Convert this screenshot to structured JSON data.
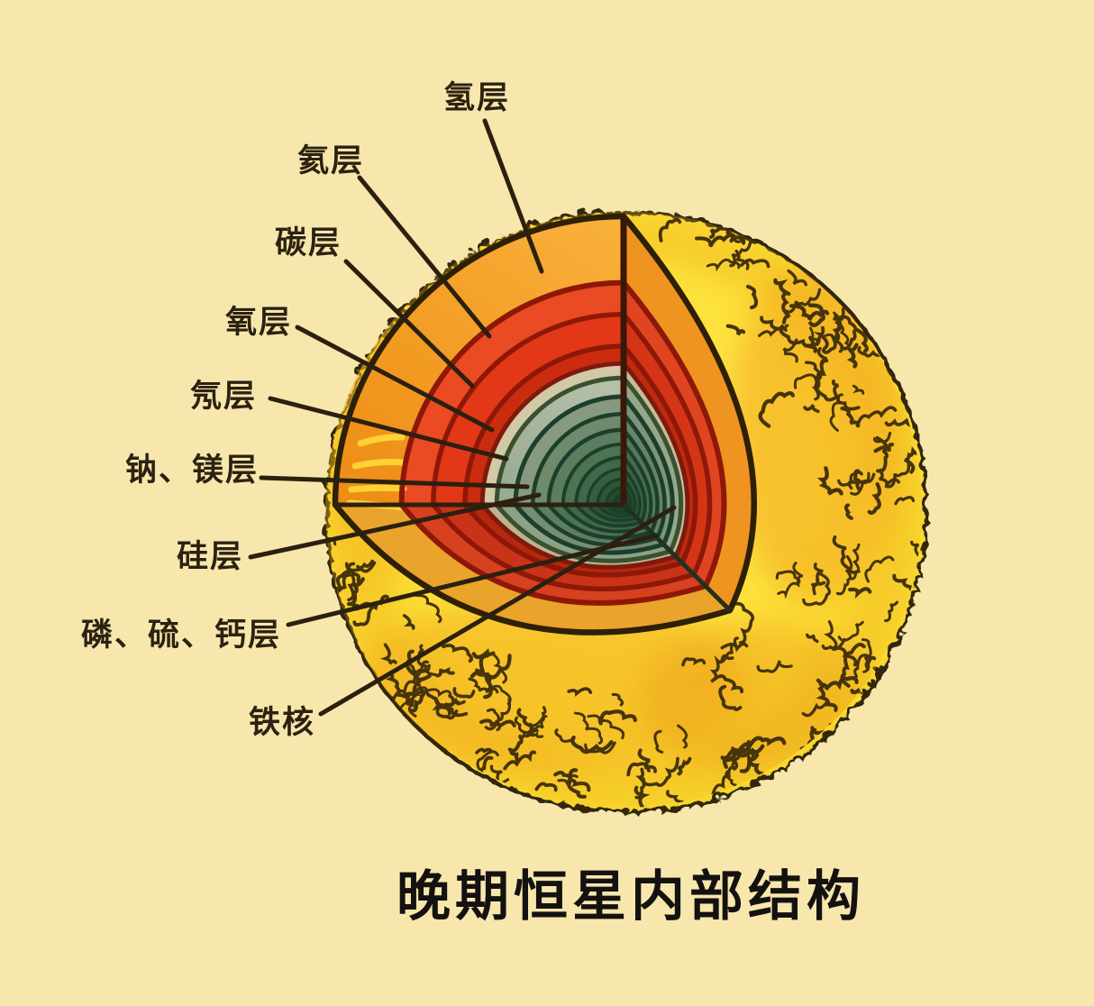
{
  "title": "晚期恒星内部结构",
  "layers": [
    {
      "label": "氢层",
      "color": "#f49d26"
    },
    {
      "label": "氦层",
      "color": "#ea4b22"
    },
    {
      "label": "碳层",
      "color": "#e23818"
    },
    {
      "label": "氧层",
      "color": "#cb2c10"
    },
    {
      "label": "氖层",
      "color": "#a2b098"
    },
    {
      "label": "钠、镁层",
      "color": "#6f8a6c"
    },
    {
      "label": "硅层",
      "color": "#4e7351"
    },
    {
      "label": "磷、硫、钙层",
      "color": "#2e5536"
    },
    {
      "label": "铁核",
      "color": "#1d4027"
    }
  ],
  "colors": {
    "background": "#f8e7ac",
    "star_surface": "#fde13a",
    "star_outline": "#33270c",
    "texture_squiggle": "#46340a",
    "leader_line": "#2b2010",
    "label_text": "#2b2212",
    "title_text": "#141210"
  }
}
